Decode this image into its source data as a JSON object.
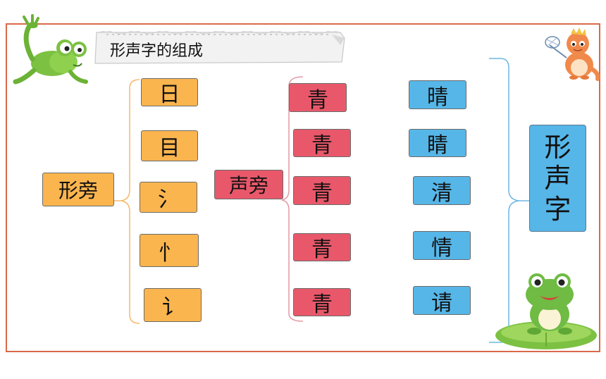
{
  "title": "形声字的组成",
  "radical_group": {
    "label": "形旁",
    "items": [
      "日",
      "目",
      "氵",
      "忄",
      "讠"
    ]
  },
  "sound_group": {
    "label": "声旁",
    "items": [
      "青",
      "青",
      "青",
      "青",
      "青"
    ]
  },
  "characters": [
    "晴",
    "睛",
    "清",
    "情",
    "请"
  ],
  "result": {
    "chars": [
      "形",
      "声",
      "字"
    ]
  },
  "colors": {
    "frame": "#d9694a",
    "radical": "#fbb54e",
    "sound": "#e9586a",
    "character": "#56b6e8"
  }
}
